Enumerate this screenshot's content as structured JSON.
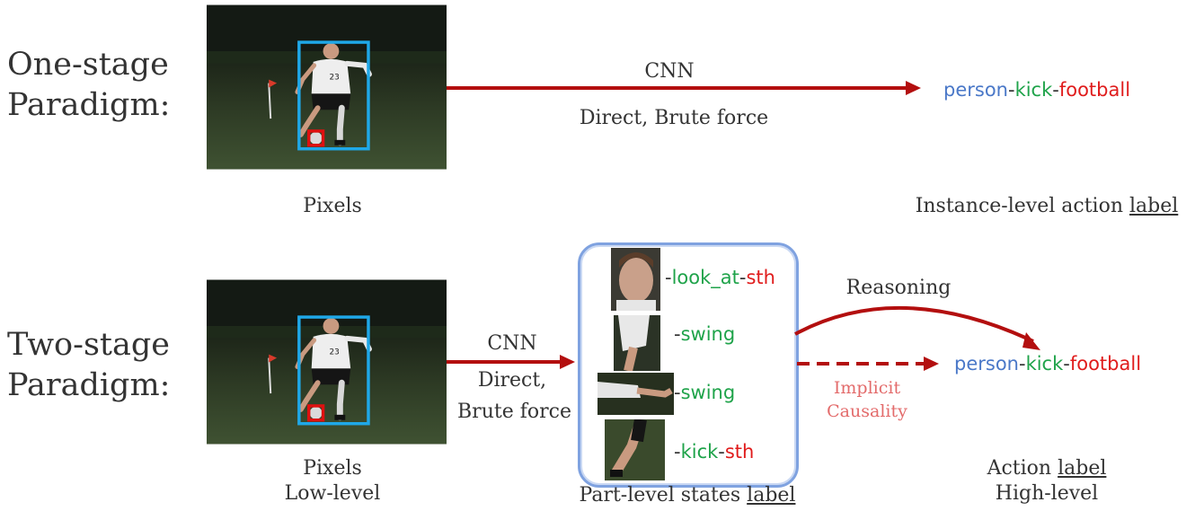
{
  "one_stage": {
    "title_line1": "One-stage",
    "title_line2": "Paradigm:",
    "arrow_label_top": "CNN",
    "arrow_label_bottom": "Direct, Brute force",
    "input_label": "Pixels",
    "output": {
      "person": "person",
      "dash1": "-",
      "verb": "kick",
      "dash2": "-",
      "object": "football"
    },
    "output_label_prefix": "Instance-level action ",
    "output_label_underlined": "label"
  },
  "two_stage": {
    "title_line1": "Two-stage",
    "title_line2": "Paradigm:",
    "arrow_label_top": "CNN",
    "arrow_label_mid": "Direct,",
    "arrow_label_bottom": "Brute force",
    "input_label_line1": "Pixels",
    "input_label_line2": "Low-level",
    "part_states": [
      {
        "dash": "-",
        "verb": "look_at",
        "dash2": "-",
        "object": "sth"
      },
      {
        "dash": "-",
        "verb": "swing",
        "dash2": "",
        "object": ""
      },
      {
        "dash": "-",
        "verb": "swing",
        "dash2": "",
        "object": ""
      },
      {
        "dash": "-",
        "verb": "kick",
        "dash2": "-",
        "object": "sth"
      }
    ],
    "part_label_prefix": "Part-level states ",
    "part_label_underlined": "label",
    "reasoning_label": "Reasoning",
    "implicit_line1": "Implicit",
    "implicit_line2": "Causality",
    "output": {
      "person": "person",
      "dash1": "-",
      "verb": "kick",
      "dash2": "-",
      "object": "football"
    },
    "output_label_underlined": "label",
    "output_label_prefix": "Action ",
    "output_label_line2": "High-level"
  },
  "colors": {
    "person": "#4a78c8",
    "verb": "#1fa34a",
    "object": "#e01c1c",
    "arrow": "#b30f0f",
    "human_box": "#1fa8e8",
    "object_box": "#e01010",
    "panel_border": "#7fa2e0"
  }
}
